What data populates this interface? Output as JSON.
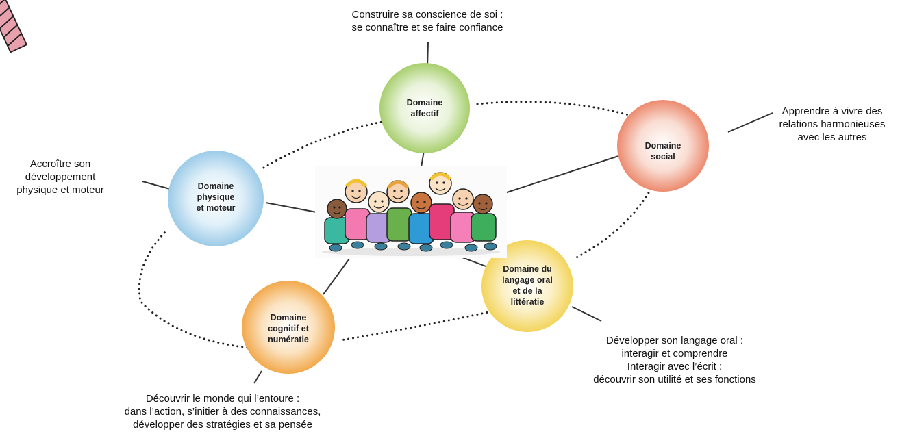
{
  "domains": {
    "affectif": {
      "label_lines": [
        "Domaine",
        "affectif"
      ],
      "caption_lines": [
        "Construire sa conscience de soi :",
        "se connaître et se faire confiance"
      ],
      "color": "#a8cf6e"
    },
    "social": {
      "label_lines": [
        "Domaine",
        "social"
      ],
      "caption_lines": [
        "Apprendre à vivre des",
        "relations harmonieuses",
        "avec les autres"
      ],
      "color": "#ec8a6e"
    },
    "physique": {
      "label_lines": [
        "Domaine",
        "physique",
        "et moteur"
      ],
      "caption_lines": [
        "Accroître son",
        "développement",
        "physique et moteur"
      ],
      "color": "#9ccbe8"
    },
    "langage": {
      "label_lines": [
        "Domaine du",
        "langage oral",
        "et de la",
        "littératie"
      ],
      "caption_lines": [
        "Développer son langage oral :",
        "interagir et comprendre",
        "Interagir avec l’écrit :",
        "découvrir son utilité et ses fonctions"
      ],
      "color": "#f3d45c"
    },
    "cognitif": {
      "label_lines": [
        "Domaine",
        "cognitif et",
        "numératie"
      ],
      "caption_lines": [
        "Découvrir le monde qui l’entoure :",
        "dans l’action, s’initier à des connaissances,",
        "développer des stratégies et sa pensée"
      ],
      "color": "#f2a94c"
    }
  },
  "icons": {
    "center": "children-group-illustration",
    "corner": "striped-pencil-icon"
  }
}
